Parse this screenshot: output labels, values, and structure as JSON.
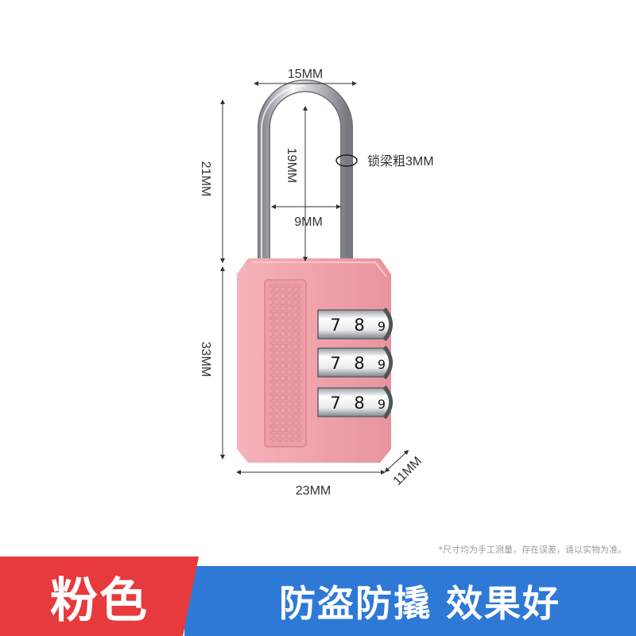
{
  "dimensions": {
    "shackle_width": "15MM",
    "shackle_inner_height": "19MM",
    "shackle_total_height": "21MM",
    "shackle_inner_width": "9MM",
    "shackle_thickness": "锁梁粗3MM",
    "body_height": "33MM",
    "body_width": "23MM",
    "body_depth": "11MM"
  },
  "dials": [
    [
      "7",
      "8",
      "9"
    ],
    [
      "7",
      "8",
      "9"
    ],
    [
      "7",
      "8",
      "9"
    ]
  ],
  "disclaimer": "*尺寸均为手工测量，存在误差，请以实物为准。",
  "banner": {
    "color_label": "粉色",
    "slogan": "防盗防撬 效果好"
  },
  "colors": {
    "lock_body": "#f2a6ae",
    "banner_red": "#e63a3c",
    "banner_blue": "#2f79d6"
  }
}
